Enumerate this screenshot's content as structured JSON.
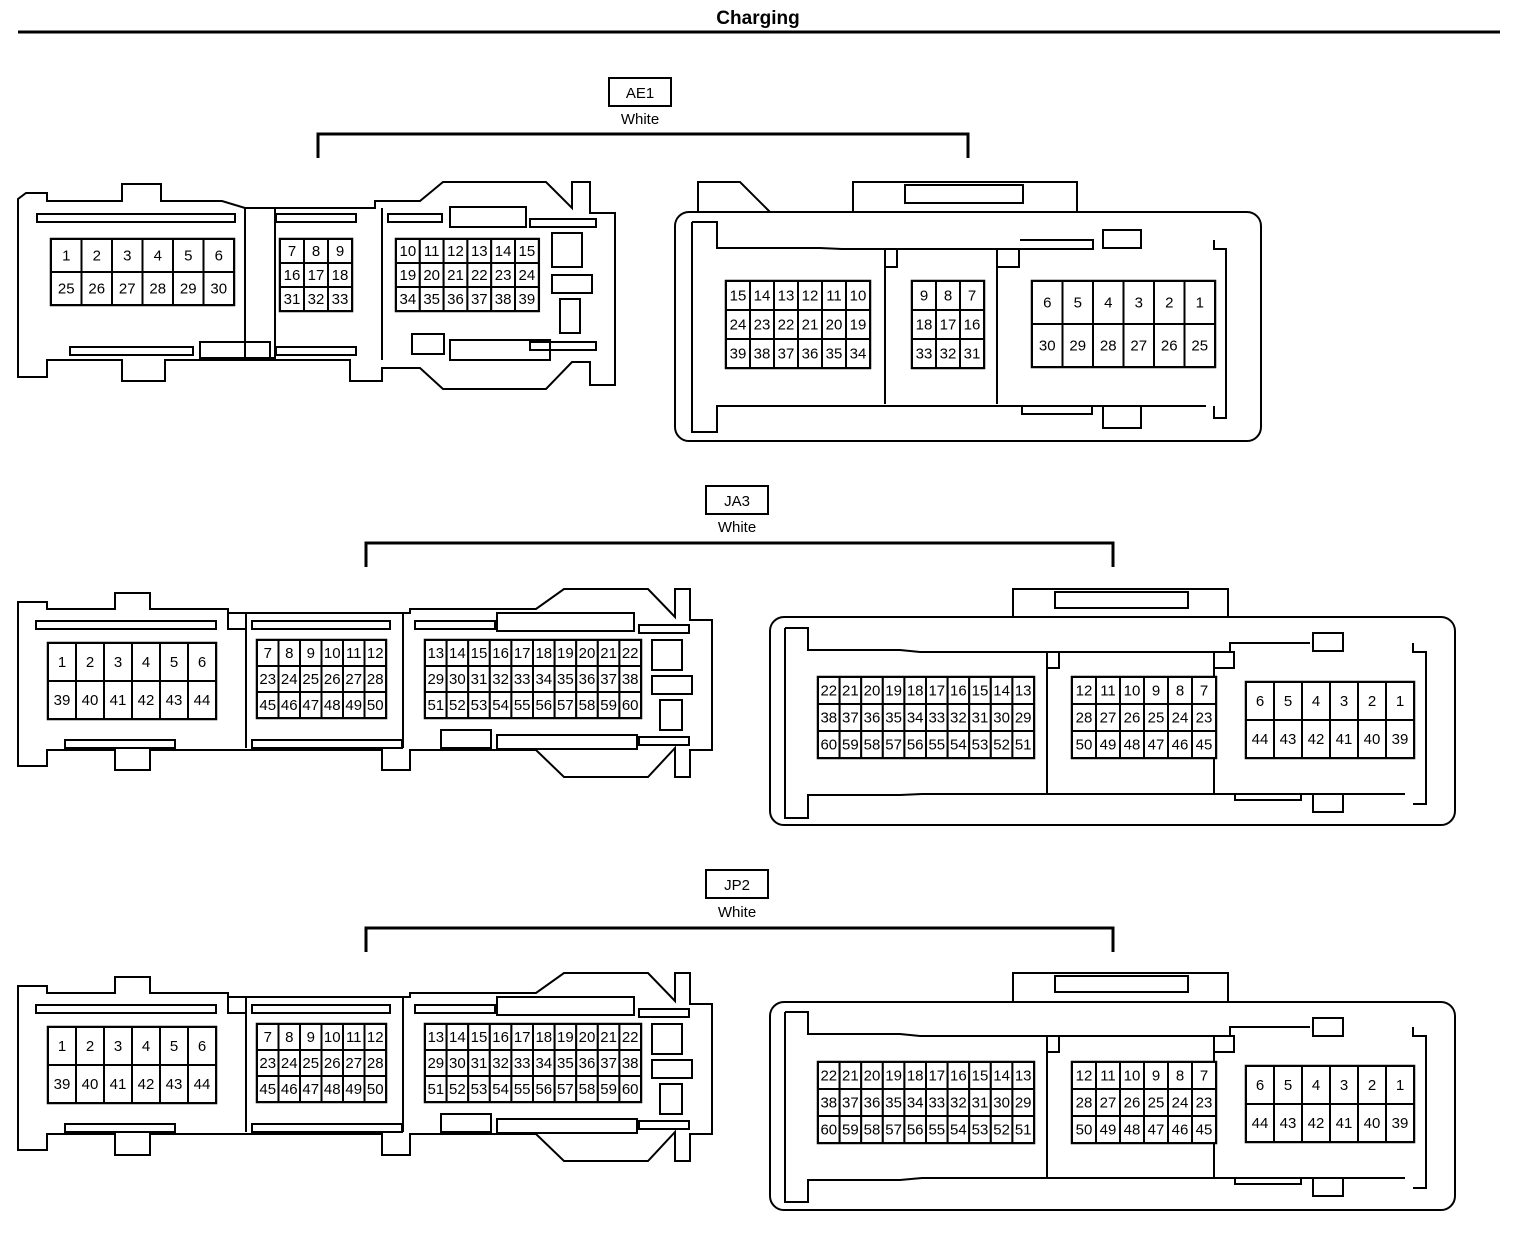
{
  "title": "Charging",
  "connectors": [
    {
      "id": "AE1",
      "color_label": "White",
      "left_face": {
        "blocks": [
          {
            "name": "left-face-block-1",
            "rows": [
              [
                "1",
                "2",
                "3",
                "4",
                "5",
                "6"
              ],
              [
                "25",
                "26",
                "27",
                "28",
                "29",
                "30"
              ]
            ]
          },
          {
            "name": "left-face-block-2",
            "rows": [
              [
                "7",
                "8",
                "9"
              ],
              [
                "16",
                "17",
                "18"
              ],
              [
                "31",
                "32",
                "33"
              ]
            ]
          },
          {
            "name": "left-face-block-3",
            "rows": [
              [
                "10",
                "11",
                "12",
                "13",
                "14",
                "15"
              ],
              [
                "19",
                "20",
                "21",
                "22",
                "23",
                "24"
              ],
              [
                "34",
                "35",
                "36",
                "37",
                "38",
                "39"
              ]
            ]
          }
        ]
      },
      "right_face": {
        "blocks": [
          {
            "name": "right-face-block-1",
            "rows": [
              [
                "15",
                "14",
                "13",
                "12",
                "11",
                "10"
              ],
              [
                "24",
                "23",
                "22",
                "21",
                "20",
                "19"
              ],
              [
                "39",
                "38",
                "37",
                "36",
                "35",
                "34"
              ]
            ]
          },
          {
            "name": "right-face-block-2",
            "rows": [
              [
                "9",
                "8",
                "7"
              ],
              [
                "18",
                "17",
                "16"
              ],
              [
                "33",
                "32",
                "31"
              ]
            ]
          },
          {
            "name": "right-face-block-3",
            "rows": [
              [
                "6",
                "5",
                "4",
                "3",
                "2",
                "1"
              ],
              [
                "30",
                "29",
                "28",
                "27",
                "26",
                "25"
              ]
            ]
          }
        ]
      }
    },
    {
      "id": "JA3",
      "color_label": "White",
      "left_face": {
        "blocks": [
          {
            "name": "left-face-block-1",
            "rows": [
              [
                "1",
                "2",
                "3",
                "4",
                "5",
                "6"
              ],
              [
                "39",
                "40",
                "41",
                "42",
                "43",
                "44"
              ]
            ]
          },
          {
            "name": "left-face-block-2",
            "rows": [
              [
                "7",
                "8",
                "9",
                "10",
                "11",
                "12"
              ],
              [
                "23",
                "24",
                "25",
                "26",
                "27",
                "28"
              ],
              [
                "45",
                "46",
                "47",
                "48",
                "49",
                "50"
              ]
            ]
          },
          {
            "name": "left-face-block-3",
            "rows": [
              [
                "13",
                "14",
                "15",
                "16",
                "17",
                "18",
                "19",
                "20",
                "21",
                "22"
              ],
              [
                "29",
                "30",
                "31",
                "32",
                "33",
                "34",
                "35",
                "36",
                "37",
                "38"
              ],
              [
                "51",
                "52",
                "53",
                "54",
                "55",
                "56",
                "57",
                "58",
                "59",
                "60"
              ]
            ]
          }
        ]
      },
      "right_face": {
        "blocks": [
          {
            "name": "right-face-block-1",
            "rows": [
              [
                "22",
                "21",
                "20",
                "19",
                "18",
                "17",
                "16",
                "15",
                "14",
                "13"
              ],
              [
                "38",
                "37",
                "36",
                "35",
                "34",
                "33",
                "32",
                "31",
                "30",
                "29"
              ],
              [
                "60",
                "59",
                "58",
                "57",
                "56",
                "55",
                "54",
                "53",
                "52",
                "51"
              ]
            ]
          },
          {
            "name": "right-face-block-2",
            "rows": [
              [
                "12",
                "11",
                "10",
                "9",
                "8",
                "7"
              ],
              [
                "28",
                "27",
                "26",
                "25",
                "24",
                "23"
              ],
              [
                "50",
                "49",
                "48",
                "47",
                "46",
                "45"
              ]
            ]
          },
          {
            "name": "right-face-block-3",
            "rows": [
              [
                "6",
                "5",
                "4",
                "3",
                "2",
                "1"
              ],
              [
                "44",
                "43",
                "42",
                "41",
                "40",
                "39"
              ]
            ]
          }
        ]
      }
    },
    {
      "id": "JP2",
      "color_label": "White",
      "left_face": {
        "blocks": [
          {
            "name": "left-face-block-1",
            "rows": [
              [
                "1",
                "2",
                "3",
                "4",
                "5",
                "6"
              ],
              [
                "39",
                "40",
                "41",
                "42",
                "43",
                "44"
              ]
            ]
          },
          {
            "name": "left-face-block-2",
            "rows": [
              [
                "7",
                "8",
                "9",
                "10",
                "11",
                "12"
              ],
              [
                "23",
                "24",
                "25",
                "26",
                "27",
                "28"
              ],
              [
                "45",
                "46",
                "47",
                "48",
                "49",
                "50"
              ]
            ]
          },
          {
            "name": "left-face-block-3",
            "rows": [
              [
                "13",
                "14",
                "15",
                "16",
                "17",
                "18",
                "19",
                "20",
                "21",
                "22"
              ],
              [
                "29",
                "30",
                "31",
                "32",
                "33",
                "34",
                "35",
                "36",
                "37",
                "38"
              ],
              [
                "51",
                "52",
                "53",
                "54",
                "55",
                "56",
                "57",
                "58",
                "59",
                "60"
              ]
            ]
          }
        ]
      },
      "right_face": {
        "blocks": [
          {
            "name": "right-face-block-1",
            "rows": [
              [
                "22",
                "21",
                "20",
                "19",
                "18",
                "17",
                "16",
                "15",
                "14",
                "13"
              ],
              [
                "38",
                "37",
                "36",
                "35",
                "34",
                "33",
                "32",
                "31",
                "30",
                "29"
              ],
              [
                "60",
                "59",
                "58",
                "57",
                "56",
                "55",
                "54",
                "53",
                "52",
                "51"
              ]
            ]
          },
          {
            "name": "right-face-block-2",
            "rows": [
              [
                "12",
                "11",
                "10",
                "9",
                "8",
                "7"
              ],
              [
                "28",
                "27",
                "26",
                "25",
                "24",
                "23"
              ],
              [
                "50",
                "49",
                "48",
                "47",
                "46",
                "45"
              ]
            ]
          },
          {
            "name": "right-face-block-3",
            "rows": [
              [
                "6",
                "5",
                "4",
                "3",
                "2",
                "1"
              ],
              [
                "44",
                "43",
                "42",
                "41",
                "40",
                "39"
              ]
            ]
          }
        ]
      }
    }
  ]
}
